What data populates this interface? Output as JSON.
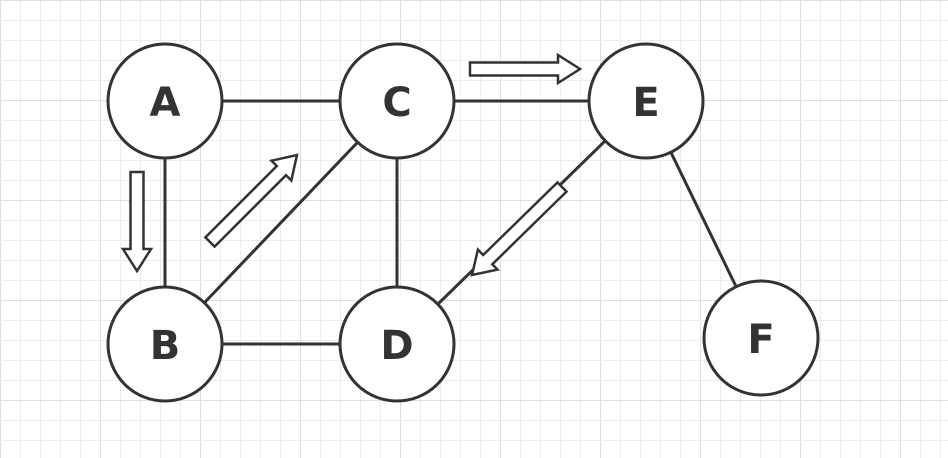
{
  "colors": {
    "grid_minor": "#ececec",
    "grid_major": "#dedede",
    "stroke": "#333333",
    "node_fill": "#ffffff",
    "arrow_fill": "#ffffff"
  },
  "nodes": [
    {
      "id": "A",
      "label": "A"
    },
    {
      "id": "B",
      "label": "B"
    },
    {
      "id": "C",
      "label": "C"
    },
    {
      "id": "D",
      "label": "D"
    },
    {
      "id": "E",
      "label": "E"
    },
    {
      "id": "F",
      "label": "F"
    }
  ],
  "edges": [
    {
      "from": "A",
      "to": "C"
    },
    {
      "from": "A",
      "to": "B"
    },
    {
      "from": "B",
      "to": "C"
    },
    {
      "from": "B",
      "to": "D"
    },
    {
      "from": "C",
      "to": "D"
    },
    {
      "from": "C",
      "to": "E"
    },
    {
      "from": "D",
      "to": "E"
    },
    {
      "from": "E",
      "to": "F"
    }
  ],
  "traversal_arrows": [
    {
      "from": "A",
      "to": "B"
    },
    {
      "from": "B",
      "to": "C"
    },
    {
      "from": "C",
      "to": "E"
    },
    {
      "from": "E",
      "to": "D"
    }
  ]
}
